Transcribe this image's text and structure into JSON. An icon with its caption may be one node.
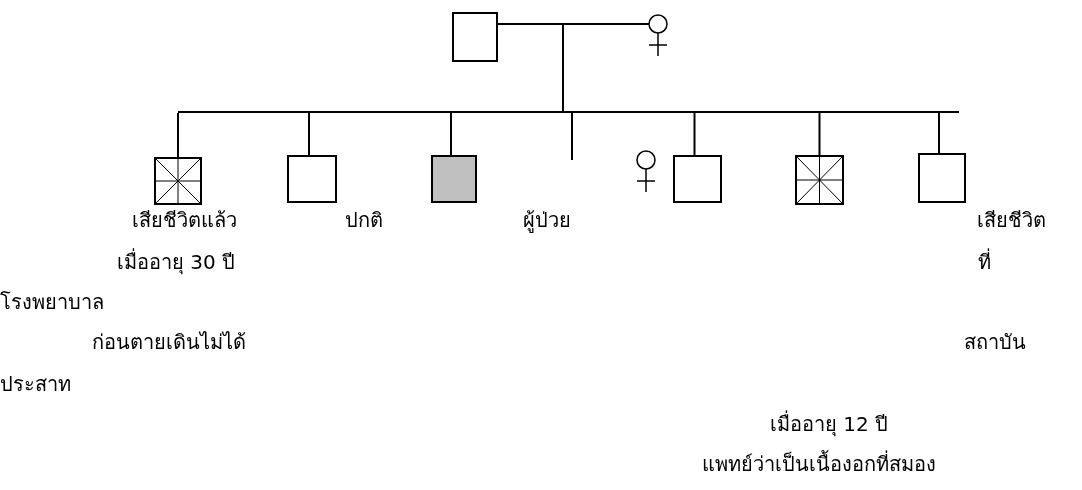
{
  "diagram": {
    "nodes": [
      {
        "text": [],
        "shape": "box"
      },
      {
        "text": [],
        "shape": "circle"
      },
      {
        "text": [],
        "shape": "bar"
      },
      {
        "text": [],
        "shape": "box"
      },
      {
        "text": [],
        "shape": "box"
      },
      {
        "text": [],
        "shape": "box"
      },
      {
        "text": [],
        "shape": "circle"
      },
      {
        "text": [],
        "shape": "box"
      },
      {
        "text": [],
        "shape": "box"
      },
      {
        "text": [],
        "shape": "box"
      }
    ],
    "edges": [
      {
        "from": 0,
        "to": 1,
        "arrow": "none"
      },
      {
        "from": null,
        "to": 2,
        "arrow": "none"
      },
      {
        "from": 2,
        "to": 3,
        "arrow": "none"
      },
      {
        "from": 2,
        "to": 4,
        "arrow": "none"
      },
      {
        "from": 2,
        "to": 5,
        "arrow": "none"
      },
      {
        "from": 2,
        "to": null,
        "arrow": "none"
      },
      {
        "from": 2,
        "to": 7,
        "arrow": "none"
      },
      {
        "from": 2,
        "to": 8,
        "arrow": "none"
      },
      {
        "from": 2,
        "to": 9,
        "arrow": "none"
      }
    ],
    "labels": [
      "เสียชีวิตแล้ว",
      "ปกติ",
      "ผู้ป่วย",
      "เสียชีวิต",
      "เมื่ออายุ 30 ปี",
      "ที่",
      "โรงพยาบาล",
      "ก่อนตายเดินไม่ได้",
      "สถาบัน",
      "ประสาท",
      "เมื่ออายุ 12 ปี",
      "แพทย์ว่าเป็นเนื้องอกที่สมอง"
    ]
  }
}
